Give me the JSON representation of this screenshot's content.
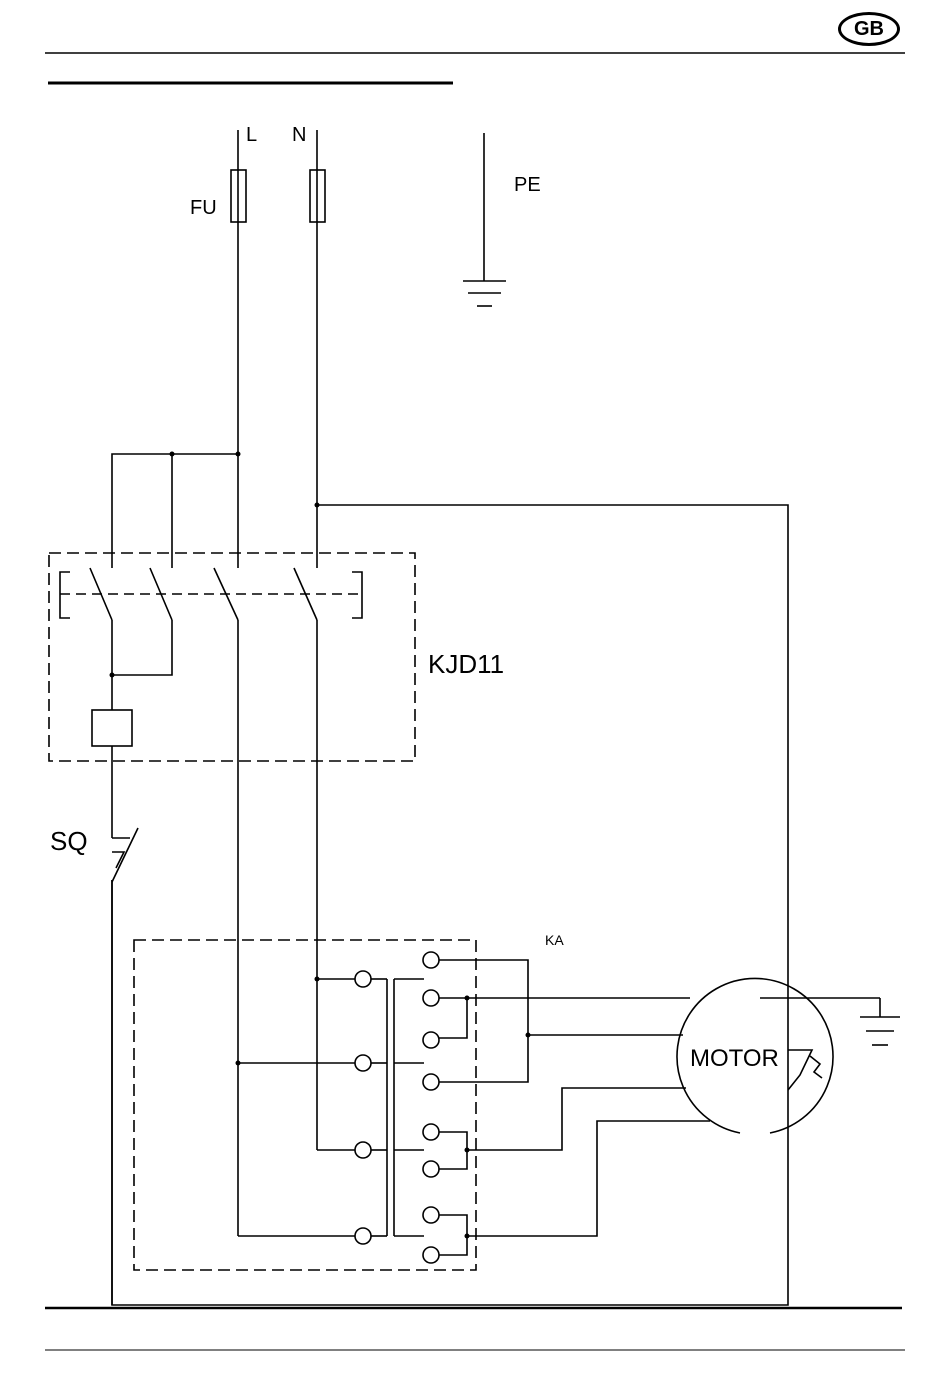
{
  "header": {
    "language_badge": "GB"
  },
  "labels": {
    "line": "L",
    "neutral": "N",
    "protective_earth": "PE",
    "fuse": "FU",
    "contactor": "KJD11",
    "limit_switch": "SQ",
    "relay": "KA",
    "motor": "MOTOR"
  }
}
